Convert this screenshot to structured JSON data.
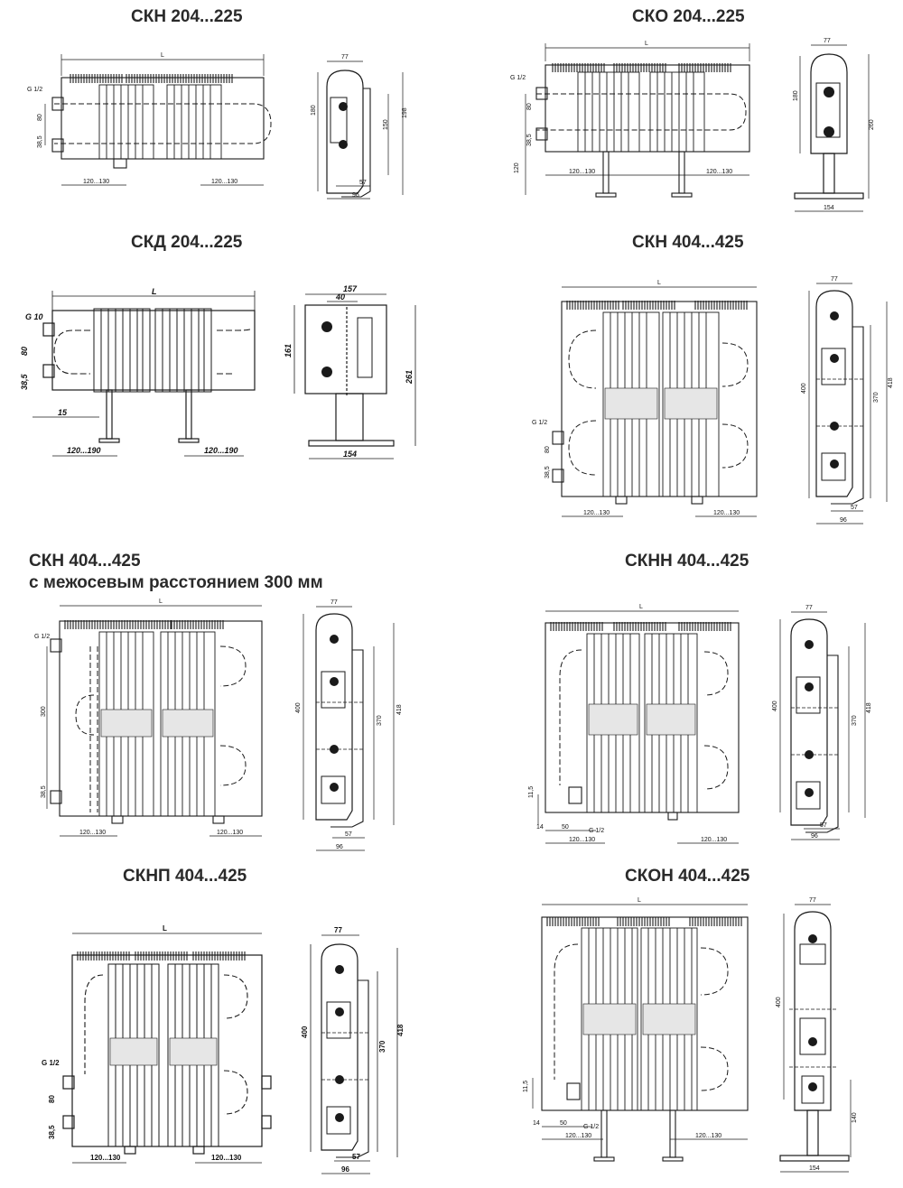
{
  "titles": {
    "skn204": "СКН 204...225",
    "sko204": "СКО 204...225",
    "skd204": "СКД 204...225",
    "skn404": "СКН 404...425",
    "skn404_300": "СКН 404...425",
    "skn404_300_sub": "с межосевым расстоянием 300 мм",
    "sknn404": "СКНН 404...425",
    "sknp404": "СКНП 404...425",
    "skon404": "СКОН 404...425"
  },
  "labels": {
    "L": "L",
    "g12": "G 1/2",
    "g10": "G 10",
    "d77": "77",
    "d180": "180",
    "d150": "150",
    "d198": "198",
    "d57": "57",
    "d96": "96",
    "d80": "80",
    "d385": "38,5",
    "d385dot": "38.5",
    "d120_130": "120...130",
    "d260": "260",
    "d154": "154",
    "d120": "120",
    "d157": "157",
    "d40": "40",
    "d161": "161",
    "d261": "261",
    "d15": "15",
    "d120_190": "120...190",
    "d400": "400",
    "d370": "370",
    "d418": "418",
    "d300": "300",
    "d115": "11,5",
    "d14": "14",
    "d50": "50",
    "d140": "140"
  },
  "colors": {
    "line": "#1a1a1a",
    "hatch": "#6a6a6a",
    "title": "#2a2a2a"
  }
}
